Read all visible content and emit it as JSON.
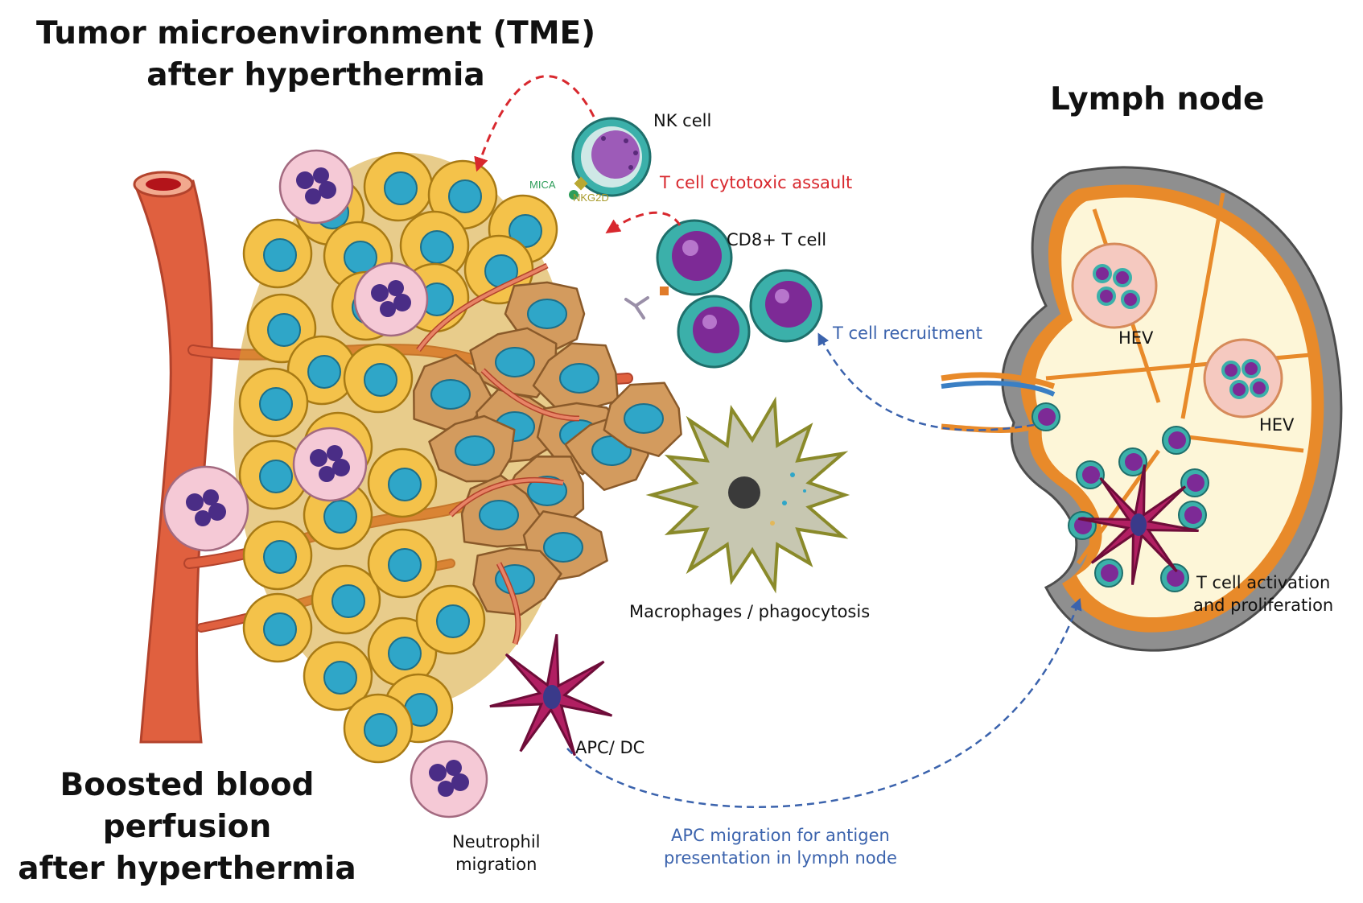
{
  "titles": {
    "tme_line1": "Tumor microenvironment (TME)",
    "tme_line2": "after hyperthermia",
    "lymph_node": "Lymph node",
    "perfusion_line1": "Boosted blood",
    "perfusion_line2": "perfusion",
    "perfusion_line3": "after hyperthermia"
  },
  "labels": {
    "nk_cell": "NK cell",
    "mica": "MICA",
    "nkg2d": "NKG2D",
    "cytotoxic": "T cell cytotoxic assault",
    "cd8": "CD8+ T cell",
    "recruitment": "T cell recruitment",
    "hev_1": "HEV",
    "hev_2": "HEV",
    "activation_line1": "T cell activation",
    "activation_line2": "and proliferation",
    "macrophages": "Macrophages / phagocytosis",
    "apc_dc": "APC/ DC",
    "neutrophil_line1": "Neutrophil",
    "neutrophil_line2": "migration",
    "apc_migration_line1": "APC migration for antigen",
    "apc_migration_line2": "presentation in lymph node"
  },
  "colors": {
    "vessel": "#e0603f",
    "vessel_lumen": "#b3141a",
    "tumor_cell": "#f4c24a",
    "tumor_nucleus": "#2fa6c8",
    "stroma_cell": "#d39b5e",
    "neutrophil": "#f5c9d6",
    "neutrophil_nucleus": "#4a2d86",
    "t_cell_ring": "#3bb0aa",
    "t_cell_core": "#7d2a96",
    "dendritic_cell": "#b11f62",
    "macrophage": "#c7c7b1",
    "lymph_capsule": "#8f8f8f",
    "lymph_sinus": "#e88a2a",
    "lymph_fill": "#fdf6d8",
    "arrow_red": "#d8282e",
    "arrow_blue": "#3b63ad"
  }
}
